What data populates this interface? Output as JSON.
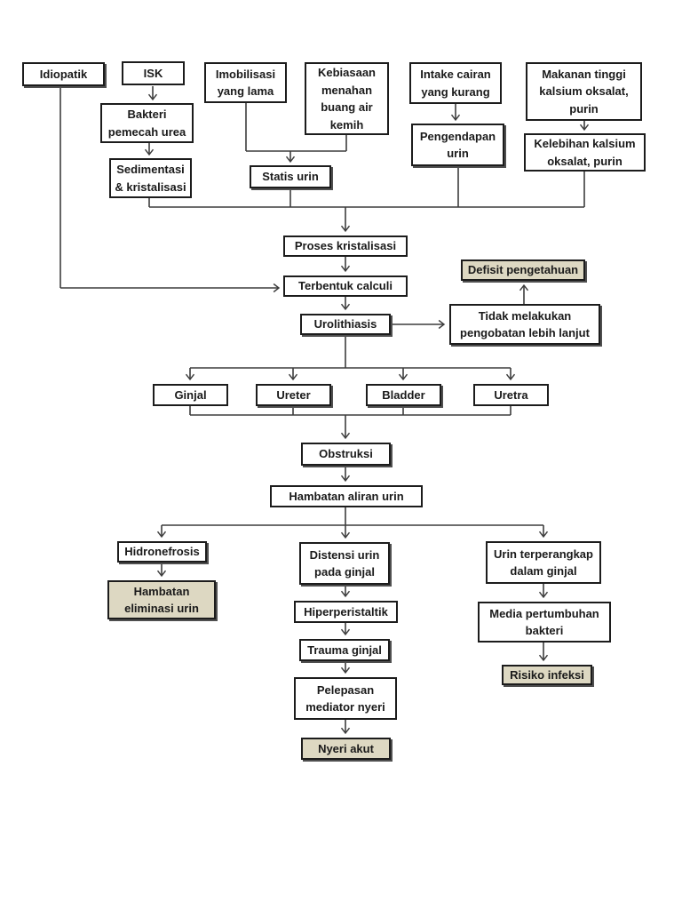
{
  "colors": {
    "page_background": "#ffffff",
    "box_fill": "#ffffff",
    "highlight_fill": "#ddd8c2",
    "box_border": "#1c1c1c",
    "line": "#3d3d3d",
    "text": "#1a1a1a"
  },
  "nodes": {
    "idiopatik": {
      "label": "Idiopatik",
      "highlight": false
    },
    "isk": {
      "label": "ISK",
      "highlight": false
    },
    "imobilisasi": {
      "label": "Imobilisasi yang lama",
      "highlight": false
    },
    "kebiasaan": {
      "label": "Kebiasaan menahan buang air kemih",
      "highlight": false
    },
    "intake_cairan": {
      "label": "Intake cairan yang kurang",
      "highlight": false
    },
    "makanan_tinggi": {
      "label": "Makanan tinggi kalsium oksalat, purin",
      "highlight": false
    },
    "bakteri_pemecah": {
      "label": "Bakteri pemecah urea",
      "highlight": false
    },
    "pengendapan_urin": {
      "label": "Pengendapan urin",
      "highlight": false
    },
    "kelebihan_kalsium": {
      "label": "Kelebihan kalsium oksalat, purin",
      "highlight": false
    },
    "sedimentasi": {
      "label": "Sedimentasi & kristalisasi",
      "highlight": false
    },
    "statis_urin": {
      "label": "Statis urin",
      "highlight": false
    },
    "proses_kristalisasi": {
      "label": "Proses kristalisasi",
      "highlight": false
    },
    "terbentuk_calculi": {
      "label": "Terbentuk calculi",
      "highlight": false
    },
    "urolithiasis": {
      "label": "Urolithiasis",
      "highlight": false
    },
    "defisit_pengetahuan": {
      "label": "Defisit pengetahuan",
      "highlight": true
    },
    "tidak_melakukan": {
      "label": "Tidak melakukan pengobatan lebih lanjut",
      "highlight": false
    },
    "ginjal": {
      "label": "Ginjal",
      "highlight": false
    },
    "ureter": {
      "label": "Ureter",
      "highlight": false
    },
    "bladder": {
      "label": "Bladder",
      "highlight": false
    },
    "uretra": {
      "label": "Uretra",
      "highlight": false
    },
    "obstruksi": {
      "label": "Obstruksi",
      "highlight": false
    },
    "hambatan_aliran": {
      "label": "Hambatan aliran urin",
      "highlight": false
    },
    "hidronefrosis": {
      "label": "Hidronefrosis",
      "highlight": false
    },
    "hambatan_eliminasi": {
      "label": "Hambatan eliminasi urin",
      "highlight": true
    },
    "distensi": {
      "label": "Distensi urin pada ginjal",
      "highlight": false
    },
    "hiperperistaltik": {
      "label": "Hiperperistaltik",
      "highlight": false
    },
    "trauma_ginjal": {
      "label": "Trauma ginjal",
      "highlight": false
    },
    "pelepasan_mediator": {
      "label": "Pelepasan mediator nyeri",
      "highlight": false
    },
    "nyeri_akut": {
      "label": "Nyeri akut",
      "highlight": true
    },
    "urin_terperangkap": {
      "label": "Urin terperangkap dalam ginjal",
      "highlight": false
    },
    "media_pertumbuhan": {
      "label": "Media pertumbuhan bakteri",
      "highlight": false
    },
    "risiko_infeksi": {
      "label": "Risiko infeksi",
      "highlight": true
    }
  },
  "edges": [
    {
      "from": "isk",
      "to": "bakteri_pemecah"
    },
    {
      "from": "bakteri_pemecah",
      "to": "sedimentasi"
    },
    {
      "from": "imobilisasi",
      "to": "statis_urin"
    },
    {
      "from": "kebiasaan",
      "to": "statis_urin"
    },
    {
      "from": "intake_cairan",
      "to": "pengendapan_urin"
    },
    {
      "from": "makanan_tinggi",
      "to": "kelebihan_kalsium"
    },
    {
      "from": "sedimentasi",
      "to": "proses_kristalisasi"
    },
    {
      "from": "statis_urin",
      "to": "proses_kristalisasi"
    },
    {
      "from": "pengendapan_urin",
      "to": "proses_kristalisasi"
    },
    {
      "from": "kelebihan_kalsium",
      "to": "proses_kristalisasi"
    },
    {
      "from": "proses_kristalisasi",
      "to": "terbentuk_calculi"
    },
    {
      "from": "idiopatik",
      "to": "terbentuk_calculi"
    },
    {
      "from": "terbentuk_calculi",
      "to": "urolithiasis"
    },
    {
      "from": "urolithiasis",
      "to": "tidak_melakukan"
    },
    {
      "from": "tidak_melakukan",
      "to": "defisit_pengetahuan"
    },
    {
      "from": "urolithiasis",
      "to": "ginjal"
    },
    {
      "from": "urolithiasis",
      "to": "ureter"
    },
    {
      "from": "urolithiasis",
      "to": "bladder"
    },
    {
      "from": "urolithiasis",
      "to": "uretra"
    },
    {
      "from": "ginjal",
      "to": "obstruksi"
    },
    {
      "from": "ureter",
      "to": "obstruksi"
    },
    {
      "from": "bladder",
      "to": "obstruksi"
    },
    {
      "from": "uretra",
      "to": "obstruksi"
    },
    {
      "from": "obstruksi",
      "to": "hambatan_aliran"
    },
    {
      "from": "hambatan_aliran",
      "to": "hidronefrosis"
    },
    {
      "from": "hambatan_aliran",
      "to": "distensi"
    },
    {
      "from": "hambatan_aliran",
      "to": "urin_terperangkap"
    },
    {
      "from": "hidronefrosis",
      "to": "hambatan_eliminasi"
    },
    {
      "from": "distensi",
      "to": "hiperperistaltik"
    },
    {
      "from": "hiperperistaltik",
      "to": "trauma_ginjal"
    },
    {
      "from": "trauma_ginjal",
      "to": "pelepasan_mediator"
    },
    {
      "from": "pelepasan_mediator",
      "to": "nyeri_akut"
    },
    {
      "from": "urin_terperangkap",
      "to": "media_pertumbuhan"
    },
    {
      "from": "media_pertumbuhan",
      "to": "risiko_infeksi"
    }
  ]
}
